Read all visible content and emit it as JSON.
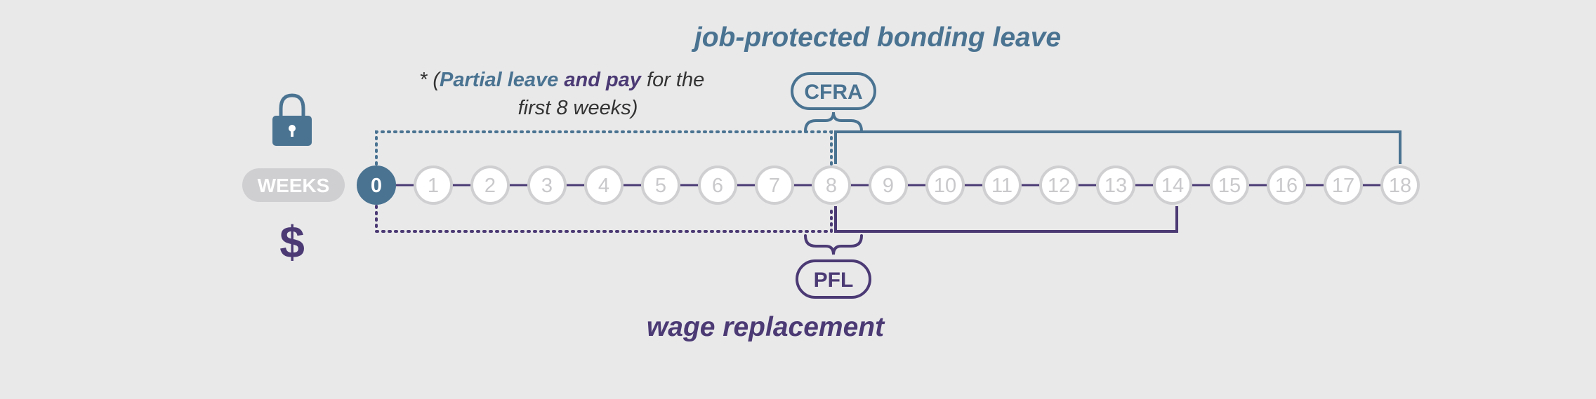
{
  "titles": {
    "top": "job-protected bonding leave",
    "bottom": "wage replacement"
  },
  "note": {
    "asterisk": "* (",
    "partial_leave": "Partial leave",
    "and_pay": " and pay",
    "for_the": " for the",
    "line2": "first 8 weeks)"
  },
  "labels": {
    "cfra": "CFRA",
    "pfl": "PFL",
    "weeks": "WEEKS",
    "dollar": "$"
  },
  "icons": {
    "lock": "lock-icon",
    "dollar": "dollar-icon"
  },
  "timeline": {
    "weeks": [
      "0",
      "1",
      "2",
      "3",
      "4",
      "5",
      "6",
      "7",
      "8",
      "9",
      "10",
      "11",
      "12",
      "13",
      "14",
      "15",
      "16",
      "17",
      "18"
    ],
    "current_week": 0,
    "bonding_leave_start": 8,
    "bonding_leave_end": 18,
    "wage_replacement_start": 8,
    "wage_replacement_end": 14,
    "partial_start": 0,
    "partial_end": 8
  },
  "colors": {
    "background": "#e9e9ea",
    "leave_blue": "#4a7391",
    "pay_purple": "#4b3a74",
    "circle_outline": "#cfcfd1",
    "weeks_pill": "#cfcfd1",
    "current_fill": "#4a7391"
  }
}
